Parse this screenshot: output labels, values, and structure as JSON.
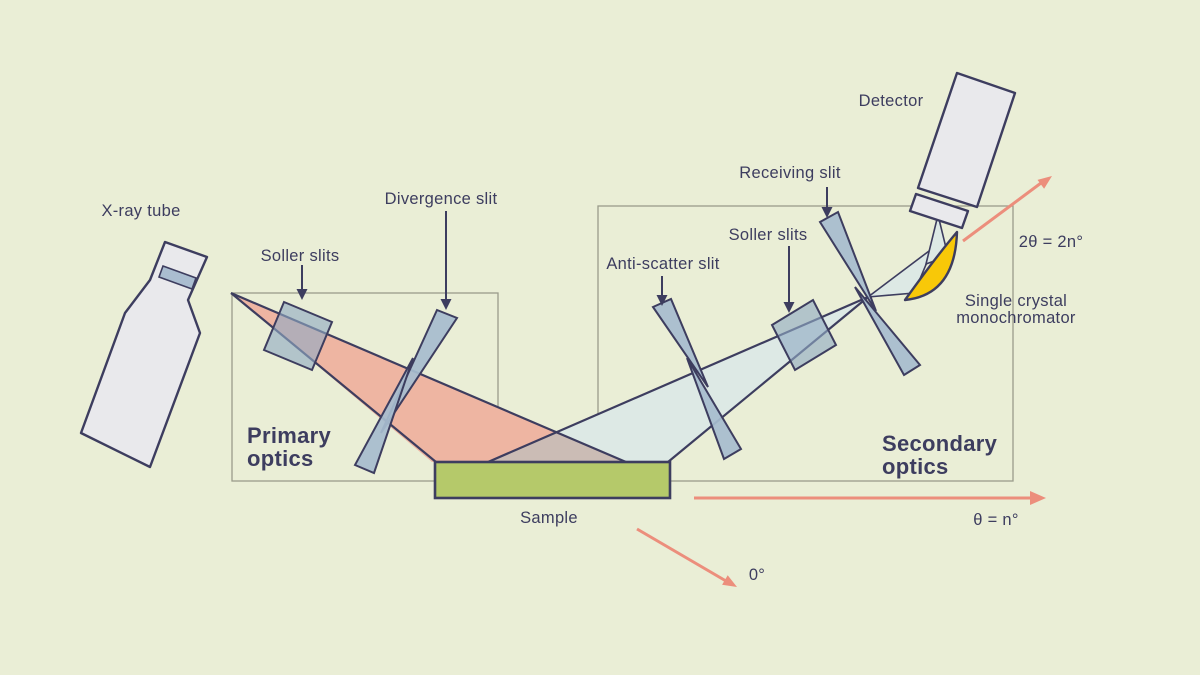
{
  "diagram": {
    "labels": {
      "xray_tube": "X-ray tube",
      "soller_slits_primary": "Soller slits",
      "divergence_slit": "Divergence slit",
      "primary_optics": [
        "Primary",
        "optics"
      ],
      "sample": "Sample",
      "anti_scatter_slit": "Anti-scatter slit",
      "soller_slits_secondary": "Soller slits",
      "receiving_slit": "Receiving slit",
      "detector": "Detector",
      "single_crystal_monochromator": [
        "Single crystal",
        "monochromator"
      ],
      "secondary_optics": [
        "Secondary",
        "optics"
      ]
    },
    "annotations": {
      "two_theta": "2θ = 2n°",
      "theta": "θ = n°",
      "zero_degrees": "0°"
    },
    "colors": {
      "background": "#eaeed6",
      "stripe": "#dde1c6",
      "outline_and_text": "#3d3d5f",
      "incident_beam": "#eeb5a2",
      "diffracted_beam": "#dde9e5",
      "beam_overlap": "#cbbcb5",
      "slit_fill": "#a7bccf",
      "sample_fill": "#b5c96a",
      "device_fill": "#e9e9ec",
      "monochromator_fill": "#f8c808",
      "angle_arrow": "#ec8e7c",
      "optics_box_border": "#9a9c8b"
    }
  }
}
